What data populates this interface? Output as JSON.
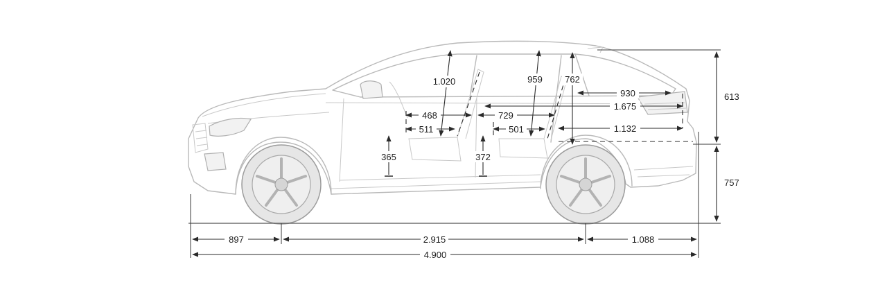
{
  "dimensions": {
    "overall_length": "4.900",
    "front_overhang": "897",
    "wheelbase": "2.915",
    "rear_overhang": "1.088",
    "rear_height_upper": "613",
    "rear_height_lower": "757",
    "headroom_front": "1.020",
    "headroom_rear": "959",
    "rear_door_height": "762",
    "front_legroom": "468",
    "front_seat_depth": "511",
    "rear_legroom": "729",
    "rear_seat_depth": "501",
    "boot_length_upper": "930",
    "load_length": "1.675",
    "boot_floor_length": "1.132",
    "front_seat_height": "365",
    "rear_seat_height": "372"
  },
  "colors": {
    "car_outline": "#b9b9b9",
    "dimension_line": "#2a2a2a"
  }
}
